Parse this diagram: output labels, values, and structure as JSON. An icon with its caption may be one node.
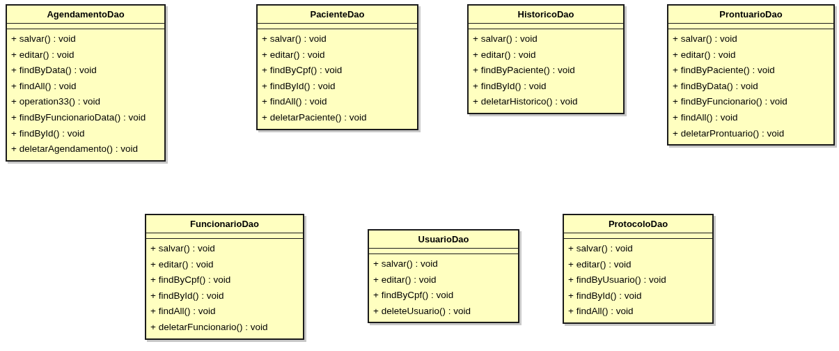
{
  "diagram": {
    "nodes": [
      {
        "text": [
          "AgendamentoDao",
          "+ salvar() : void",
          "+ editar() : void",
          "+ findByData() : void",
          "+ findAll() : void",
          "+ operation33() : void",
          "+ findByFuncionarioData() : void",
          "+ findById() : void",
          "+ deletarAgendamento() : void"
        ]
      },
      {
        "text": [
          "PacienteDao",
          "+ salvar() : void",
          "+ editar() : void",
          "+ findByCpf() : void",
          "+ findById() : void",
          "+ findAll() : void",
          "+ deletarPaciente() : void"
        ]
      },
      {
        "text": [
          "HistoricoDao",
          "+ salvar() : void",
          "+ editar() : void",
          "+ findByPaciente() : void",
          "+ findById() : void",
          "+ deletarHistorico() : void"
        ]
      },
      {
        "text": [
          "ProntuarioDao",
          "+ salvar() : void",
          "+ editar() : void",
          "+ findByPaciente() : void",
          "+ findByData() : void",
          "+ findByFuncionario() : void",
          "+ findAll() : void",
          "+ deletarProntuario() : void"
        ]
      },
      {
        "text": [
          "FuncionarioDao",
          "+ salvar() : void",
          "+ editar() : void",
          "+ findByCpf() : void",
          "+ findById() : void",
          "+ findAll() : void",
          "+ deletarFuncionario() : void"
        ]
      },
      {
        "text": [
          "UsuarioDao",
          "+ salvar() : void",
          "+ editar() : void",
          "+ findByCpf() : void",
          "+ deleteUsuario() : void"
        ]
      },
      {
        "text": [
          "ProtocoloDao",
          "+ salvar() : void",
          "+ editar() : void",
          "+ findByUsuario() : void",
          "+ findById() : void",
          "+ findAll() : void"
        ]
      }
    ]
  }
}
